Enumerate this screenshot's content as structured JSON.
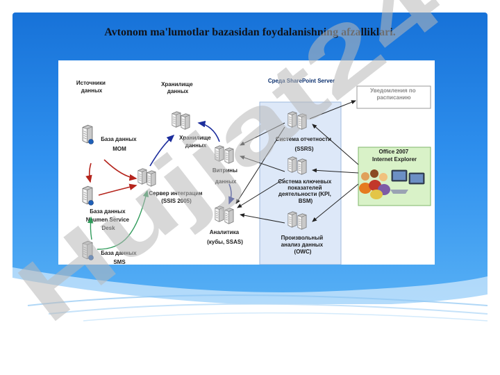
{
  "slide": {
    "title": "Avtonom ma'lumotlar bazasidan foydalanishning afzalliklari.",
    "watermark_text": "Hujjat24"
  },
  "diagram": {
    "sources_header": [
      "Источники",
      "данных"
    ],
    "storage_header": [
      "Хранилище",
      "данных"
    ],
    "sharepoint_header": "Среда SharePoint Server",
    "notifications": [
      "Уведомления по",
      "расписанию"
    ],
    "clients": [
      "Office 2007",
      "Internet Explorer"
    ],
    "db_mom": [
      "База данных",
      "МОМ"
    ],
    "db_naumen": [
      "База данных",
      "Naumen Service",
      "Desk"
    ],
    "db_sms": [
      "База данных",
      "SMS"
    ],
    "integration": [
      "Сервер интеграции",
      "(SSIS 2005)"
    ],
    "warehouse": [
      "Хранилище",
      "данных"
    ],
    "marts": [
      "Витрины",
      "данных"
    ],
    "analytics": [
      "Аналитика",
      "(кубы, SSAS)"
    ],
    "reporting": [
      "Система отчетности",
      "(SSRS)"
    ],
    "kpi": [
      "Система ключевых",
      "показателей",
      "деятельности (KPI,",
      "BSM)"
    ],
    "owc": [
      "Произвольный",
      "анализ данных",
      "(OWC)"
    ]
  },
  "colors": {
    "header_blue": "#1e7be0",
    "sharepoint_panel": "#dde8f8",
    "clients_panel": "#d9f2c8",
    "arrow_red": "#b5241c",
    "arrow_blue": "#1c2d9c",
    "arrow_green": "#2f9a5a",
    "arrow_dark": "#222222",
    "watermark_gray": "#b9b9b9",
    "watermark_purple": "#c8a2f0"
  }
}
